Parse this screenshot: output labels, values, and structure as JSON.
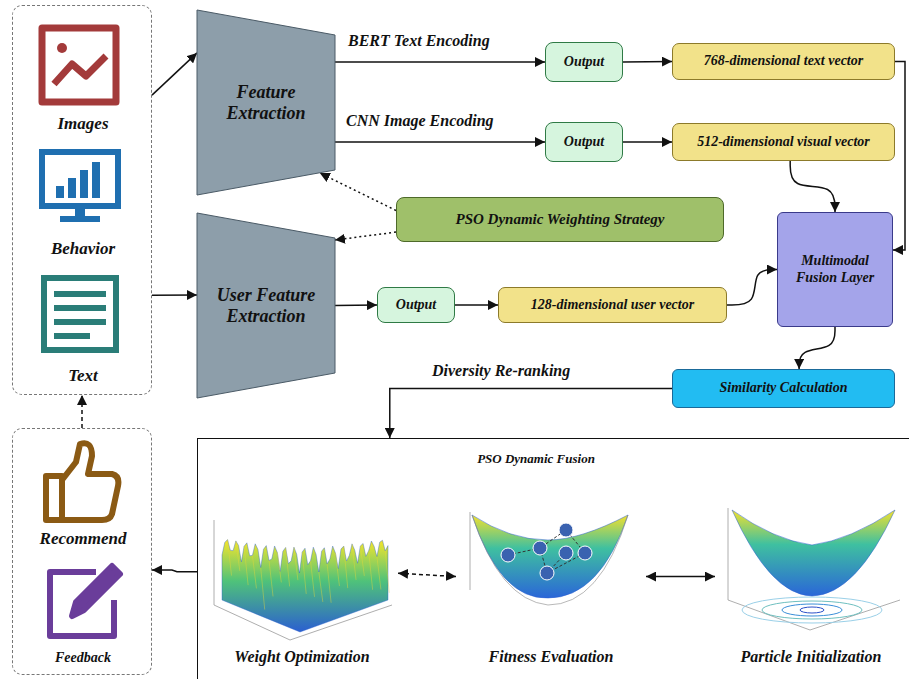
{
  "diagram": {
    "nodes": [
      {
        "text": [
          "Images",
          "Behavior",
          "Text"
        ]
      },
      {
        "text": [
          "Feature Extraction"
        ]
      },
      {
        "text": [
          "Output"
        ]
      },
      {
        "text": [
          "768-dimensional text vector"
        ]
      },
      {
        "text": [
          "Output"
        ]
      },
      {
        "text": [
          "512-dimensional visual vector"
        ]
      },
      {
        "text": [
          "PSO Dynamic Weighting Strategy"
        ]
      },
      {
        "text": [
          "User Feature Extraction"
        ]
      },
      {
        "text": [
          "Output"
        ]
      },
      {
        "text": [
          "128-dimensional user vector"
        ]
      },
      {
        "text": [
          "Multimodal Fusion Layer"
        ]
      },
      {
        "text": [
          "Similarity Calculation"
        ]
      },
      {
        "text": [
          "PSO Dynamic Fusion"
        ]
      },
      {
        "text": [
          "Weight Optimization"
        ],
        "in": 12
      },
      {
        "text": [
          "Fitness Evaluation"
        ],
        "in": 12
      },
      {
        "text": [
          "Particle Initialization"
        ],
        "in": 12
      },
      {
        "text": [
          "Recommend",
          "Feedback"
        ]
      }
    ],
    "edges": [
      {
        "from": 0,
        "to": 1,
        "arrow": "to"
      },
      {
        "from": 0,
        "to": 7,
        "arrow": "to"
      },
      {
        "from": 1,
        "to": 2,
        "label": "BERT Text Encoding",
        "arrow": "to"
      },
      {
        "from": 1,
        "to": 4,
        "label": "CNN Image Encoding",
        "arrow": "to"
      },
      {
        "from": 2,
        "to": 3,
        "arrow": "to"
      },
      {
        "from": 4,
        "to": 5,
        "arrow": "to"
      },
      {
        "from": 6,
        "to": 1,
        "arrow": "to"
      },
      {
        "from": 6,
        "to": 7,
        "arrow": "to"
      },
      {
        "from": 7,
        "to": 8,
        "arrow": "to"
      },
      {
        "from": 8,
        "to": 9,
        "arrow": "to"
      },
      {
        "from": 3,
        "to": 10,
        "arrow": "to"
      },
      {
        "from": 5,
        "to": 10,
        "arrow": "to"
      },
      {
        "from": 9,
        "to": 10,
        "arrow": "to"
      },
      {
        "from": 10,
        "to": 11,
        "arrow": "to"
      },
      {
        "from": 11,
        "to": 12,
        "label": "Diversity Re-ranking",
        "arrow": "to"
      },
      {
        "from": 12,
        "to": 16,
        "arrow": "to"
      },
      {
        "from": 16,
        "to": 0,
        "arrow": "to"
      },
      {
        "from": 13,
        "to": 14,
        "arrow": "both"
      },
      {
        "from": 14,
        "to": 15,
        "arrow": "both"
      }
    ]
  }
}
